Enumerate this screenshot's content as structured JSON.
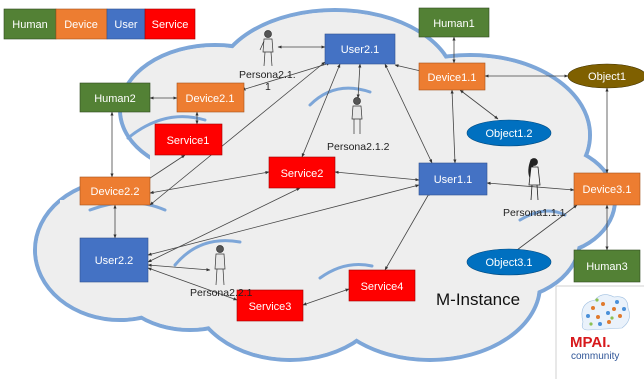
{
  "legend": [
    {
      "label": "Human",
      "color": "#538135"
    },
    {
      "label": "Device",
      "color": "#ed7d31"
    },
    {
      "label": "User",
      "color": "#4472c4"
    },
    {
      "label": "Service",
      "color": "#ff0000"
    }
  ],
  "cloud_label": "M-Instance",
  "logo": {
    "brand": "MPAI.",
    "sub": "community"
  },
  "nodes": {
    "human1": "Human1",
    "human2": "Human2",
    "human3": "Human3",
    "device1_1": "Device1.1",
    "device2_1": "Device2.1",
    "device2_2": "Device2.2",
    "device3_1": "Device3.1",
    "user1_1": "User1.1",
    "user2_1": "User2.1",
    "user2_2": "User2.2",
    "service1": "Service1",
    "service2": "Service2",
    "service3": "Service3",
    "service4": "Service4",
    "object1": "Object1",
    "object1_2": "Object1.2",
    "object3_1": "Object3.1"
  },
  "personas": {
    "p2_1_1_a": "Persona2.1.",
    "p2_1_1_b": "1",
    "p2_1_2": "Persona2.1.2",
    "p1_1_1": "Persona1.1.1",
    "p2_2_1": "Persona2.2.1"
  },
  "colors": {
    "human": "#538135",
    "device": "#ed7d31",
    "user": "#4472c4",
    "service": "#ff0000",
    "object_blue": "#0070c0",
    "object_olive": "#7f6000",
    "cloud_fill": "#eeeeee",
    "cloud_stroke": "#7da6d8"
  }
}
